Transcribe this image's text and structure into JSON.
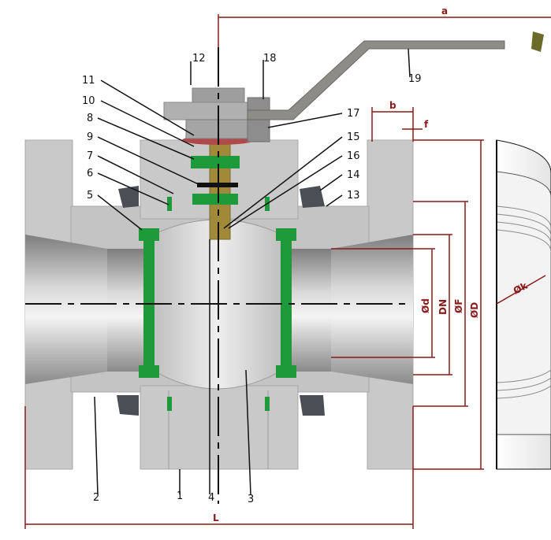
{
  "diagram": {
    "callouts": [
      "1",
      "2",
      "3",
      "4",
      "5",
      "6",
      "7",
      "8",
      "9",
      "10",
      "11",
      "12",
      "13",
      "14",
      "15",
      "16",
      "17",
      "18",
      "19"
    ],
    "dimensions": {
      "a": "a",
      "b": "b",
      "f": "f",
      "D": "ØD",
      "F": "ØF",
      "DN": "DN",
      "d": "Ød",
      "k": "Øk",
      "L": "L"
    },
    "colors": {
      "body": "#c9c9c9",
      "body_dark": "#9b9b9b",
      "seal": "#1e9a3a",
      "stem": "#a08a3a",
      "dimension": "#8b1a1a",
      "bolt": "#4a4f55"
    }
  }
}
